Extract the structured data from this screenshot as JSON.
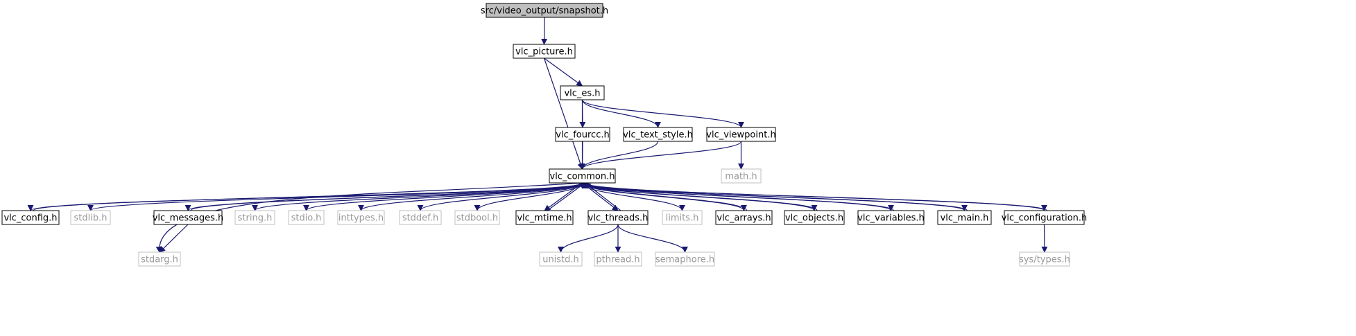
{
  "colors": {
    "edge": "#191970",
    "box_border": "#000000",
    "external_border": "#bfbfbf",
    "external_text": "#999999",
    "root_fill": "#bfbfbf",
    "text": "#000000"
  },
  "nodes": [
    {
      "id": "snapshot",
      "label": "src/video_output/snapshot.h",
      "kind": "root"
    },
    {
      "id": "vlc_picture",
      "label": "vlc_picture.h",
      "kind": "project"
    },
    {
      "id": "vlc_es",
      "label": "vlc_es.h",
      "kind": "project"
    },
    {
      "id": "vlc_fourcc",
      "label": "vlc_fourcc.h",
      "kind": "project"
    },
    {
      "id": "vlc_text_style",
      "label": "vlc_text_style.h",
      "kind": "project"
    },
    {
      "id": "vlc_viewpoint",
      "label": "vlc_viewpoint.h",
      "kind": "project"
    },
    {
      "id": "math",
      "label": "math.h",
      "kind": "external"
    },
    {
      "id": "vlc_common",
      "label": "vlc_common.h",
      "kind": "project"
    },
    {
      "id": "vlc_config",
      "label": "vlc_config.h",
      "kind": "project"
    },
    {
      "id": "stdlib",
      "label": "stdlib.h",
      "kind": "external"
    },
    {
      "id": "vlc_messages",
      "label": "vlc_messages.h",
      "kind": "project"
    },
    {
      "id": "string",
      "label": "string.h",
      "kind": "external"
    },
    {
      "id": "stdio",
      "label": "stdio.h",
      "kind": "external"
    },
    {
      "id": "inttypes",
      "label": "inttypes.h",
      "kind": "external"
    },
    {
      "id": "stddef",
      "label": "stddef.h",
      "kind": "external"
    },
    {
      "id": "stdbool",
      "label": "stdbool.h",
      "kind": "external"
    },
    {
      "id": "vlc_mtime",
      "label": "vlc_mtime.h",
      "kind": "project"
    },
    {
      "id": "vlc_threads",
      "label": "vlc_threads.h",
      "kind": "project"
    },
    {
      "id": "limits",
      "label": "limits.h",
      "kind": "external"
    },
    {
      "id": "vlc_arrays",
      "label": "vlc_arrays.h",
      "kind": "project"
    },
    {
      "id": "vlc_objects",
      "label": "vlc_objects.h",
      "kind": "project"
    },
    {
      "id": "vlc_variables",
      "label": "vlc_variables.h",
      "kind": "project"
    },
    {
      "id": "vlc_main",
      "label": "vlc_main.h",
      "kind": "project"
    },
    {
      "id": "vlc_configuration",
      "label": "vlc_configuration.h",
      "kind": "project"
    },
    {
      "id": "stdarg",
      "label": "stdarg.h",
      "kind": "external"
    },
    {
      "id": "unistd",
      "label": "unistd.h",
      "kind": "external"
    },
    {
      "id": "pthread",
      "label": "pthread.h",
      "kind": "external"
    },
    {
      "id": "semaphore",
      "label": "semaphore.h",
      "kind": "external"
    },
    {
      "id": "sys_types",
      "label": "sys/types.h",
      "kind": "external"
    }
  ],
  "edges": [
    {
      "from": "snapshot",
      "to": "vlc_picture"
    },
    {
      "from": "vlc_picture",
      "to": "vlc_es"
    },
    {
      "from": "vlc_picture",
      "to": "vlc_common"
    },
    {
      "from": "vlc_es",
      "to": "vlc_common"
    },
    {
      "from": "vlc_es",
      "to": "vlc_fourcc"
    },
    {
      "from": "vlc_es",
      "to": "vlc_text_style"
    },
    {
      "from": "vlc_es",
      "to": "vlc_viewpoint"
    },
    {
      "from": "vlc_fourcc",
      "to": "vlc_common"
    },
    {
      "from": "vlc_text_style",
      "to": "vlc_common"
    },
    {
      "from": "vlc_viewpoint",
      "to": "vlc_common"
    },
    {
      "from": "vlc_viewpoint",
      "to": "math"
    },
    {
      "from": "vlc_common",
      "to": "vlc_config"
    },
    {
      "from": "vlc_config",
      "to": "vlc_common"
    },
    {
      "from": "vlc_common",
      "to": "stdlib"
    },
    {
      "from": "vlc_common",
      "to": "vlc_messages"
    },
    {
      "from": "vlc_messages",
      "to": "vlc_common"
    },
    {
      "from": "vlc_messages",
      "to": "stdarg"
    },
    {
      "from": "vlc_common",
      "to": "stdarg"
    },
    {
      "from": "vlc_common",
      "to": "string"
    },
    {
      "from": "vlc_common",
      "to": "stdio"
    },
    {
      "from": "vlc_common",
      "to": "inttypes"
    },
    {
      "from": "vlc_common",
      "to": "stddef"
    },
    {
      "from": "vlc_common",
      "to": "stdbool"
    },
    {
      "from": "vlc_common",
      "to": "vlc_mtime"
    },
    {
      "from": "vlc_mtime",
      "to": "vlc_common"
    },
    {
      "from": "vlc_common",
      "to": "vlc_threads"
    },
    {
      "from": "vlc_threads",
      "to": "vlc_common"
    },
    {
      "from": "vlc_threads",
      "to": "unistd"
    },
    {
      "from": "vlc_threads",
      "to": "pthread"
    },
    {
      "from": "vlc_threads",
      "to": "semaphore"
    },
    {
      "from": "vlc_common",
      "to": "limits"
    },
    {
      "from": "vlc_common",
      "to": "vlc_arrays"
    },
    {
      "from": "vlc_arrays",
      "to": "vlc_common"
    },
    {
      "from": "vlc_common",
      "to": "vlc_objects"
    },
    {
      "from": "vlc_objects",
      "to": "vlc_common"
    },
    {
      "from": "vlc_common",
      "to": "vlc_variables"
    },
    {
      "from": "vlc_variables",
      "to": "vlc_common"
    },
    {
      "from": "vlc_common",
      "to": "vlc_main"
    },
    {
      "from": "vlc_main",
      "to": "vlc_common"
    },
    {
      "from": "vlc_common",
      "to": "vlc_configuration"
    },
    {
      "from": "vlc_configuration",
      "to": "vlc_common"
    },
    {
      "from": "vlc_configuration",
      "to": "sys_types"
    }
  ]
}
